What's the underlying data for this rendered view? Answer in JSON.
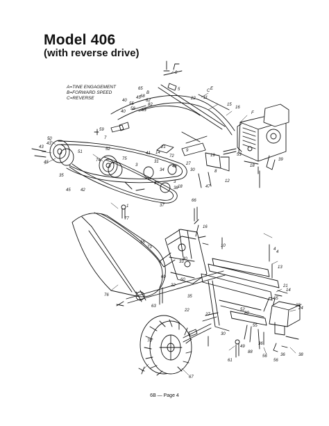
{
  "page": {
    "title": "Model 406",
    "subtitle": "(with reverse drive)",
    "footer": "6B — Page 4"
  },
  "legend": {
    "a": "A=TINE ENGAGEMENT",
    "b": "B=FORWARD SPEED",
    "c": "C=REVERSE"
  },
  "part_labels": [
    "0",
    "C",
    "E",
    "40",
    "40",
    "55",
    "58",
    "45",
    "B",
    "5",
    "22",
    "11",
    "15",
    "16",
    "F",
    "43",
    "59",
    "7",
    "68",
    "62",
    "82",
    "63",
    "65",
    "50",
    "51",
    "14",
    "52",
    "41",
    "43",
    "45",
    "74",
    "21",
    "75",
    "31",
    "3",
    "34",
    "48",
    "27",
    "35",
    "3",
    "9",
    "72",
    "19",
    "18",
    "39",
    "53",
    "30",
    "47",
    "12",
    "45",
    "42",
    "18",
    "37",
    "66",
    "33",
    "38",
    "8",
    "77",
    "55",
    "73",
    "1",
    "16",
    "10",
    "4",
    "13",
    "21",
    "76",
    "70",
    "4",
    "14",
    "25",
    "65",
    "33",
    "40",
    "60",
    "22",
    "22",
    "24",
    "63",
    "27",
    "60",
    "35",
    "52",
    "80",
    "30",
    "61",
    "49",
    "88",
    "67",
    "56",
    "56",
    "55",
    "36",
    "36",
    "38"
  ],
  "colors": {
    "ink": "#111111",
    "paper": "#ffffff"
  }
}
